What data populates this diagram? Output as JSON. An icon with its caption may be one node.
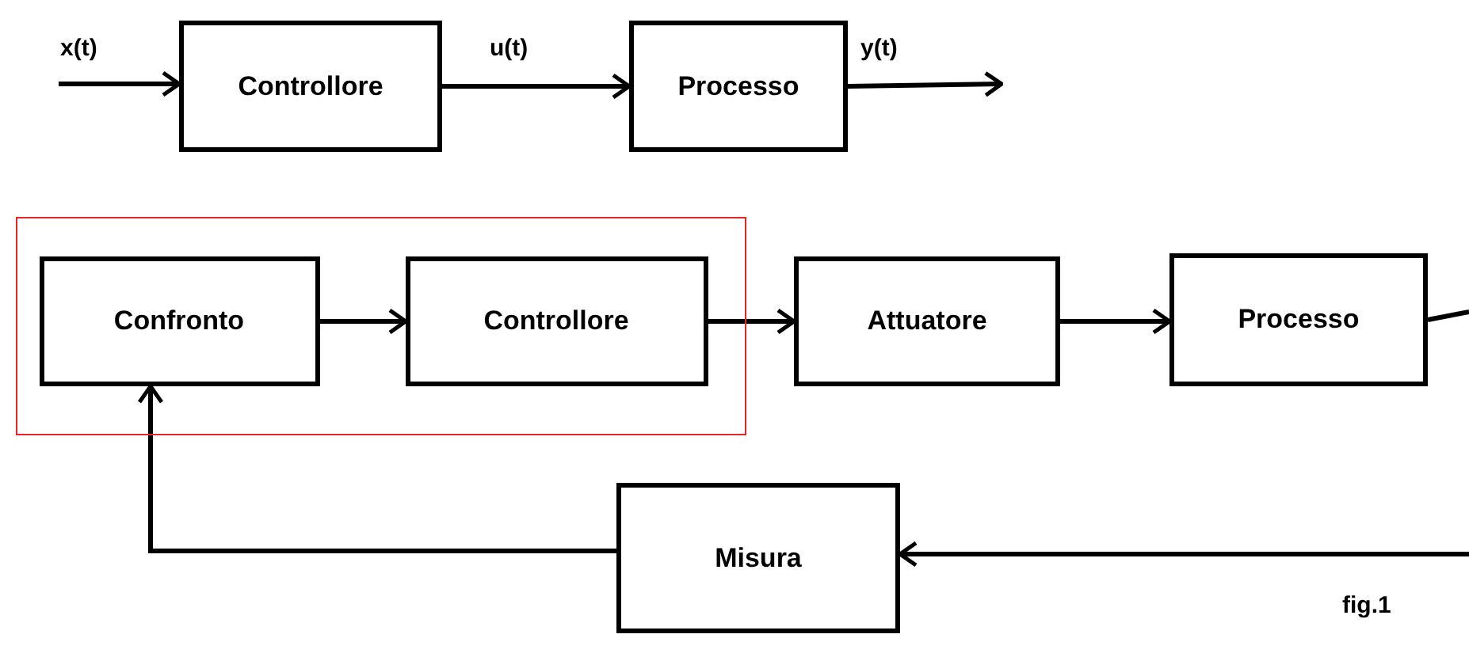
{
  "diagram": {
    "nodes": [
      {
        "text": [
          "Controllore"
        ]
      },
      {
        "text": [
          "Processo"
        ]
      },
      {
        "text": [],
        "shape": "box"
      },
      {
        "text": [
          "Confronto"
        ],
        "in": 2
      },
      {
        "text": [
          "Controllore"
        ],
        "in": 2
      },
      {
        "text": [
          "Attuatore"
        ]
      },
      {
        "text": [
          "Processo"
        ]
      },
      {
        "text": [
          "Misura"
        ]
      }
    ],
    "edges": [
      {
        "from": null,
        "to": 0,
        "arrow": "to",
        "label": "x(t)"
      },
      {
        "from": 0,
        "to": 1,
        "arrow": "to",
        "label": "u(t)"
      },
      {
        "from": 1,
        "to": null,
        "arrow": "to",
        "label": "y(t)"
      },
      {
        "from": 3,
        "to": 4,
        "arrow": "to"
      },
      {
        "from": 4,
        "to": 5,
        "arrow": "to"
      },
      {
        "from": 5,
        "to": 6,
        "arrow": "to"
      },
      {
        "from": 6,
        "to": null,
        "arrow": "none"
      },
      {
        "from": null,
        "to": 7,
        "arrow": "to"
      },
      {
        "from": 7,
        "to": 3,
        "arrow": "to"
      }
    ],
    "labels": [
      "fig.1"
    ]
  }
}
